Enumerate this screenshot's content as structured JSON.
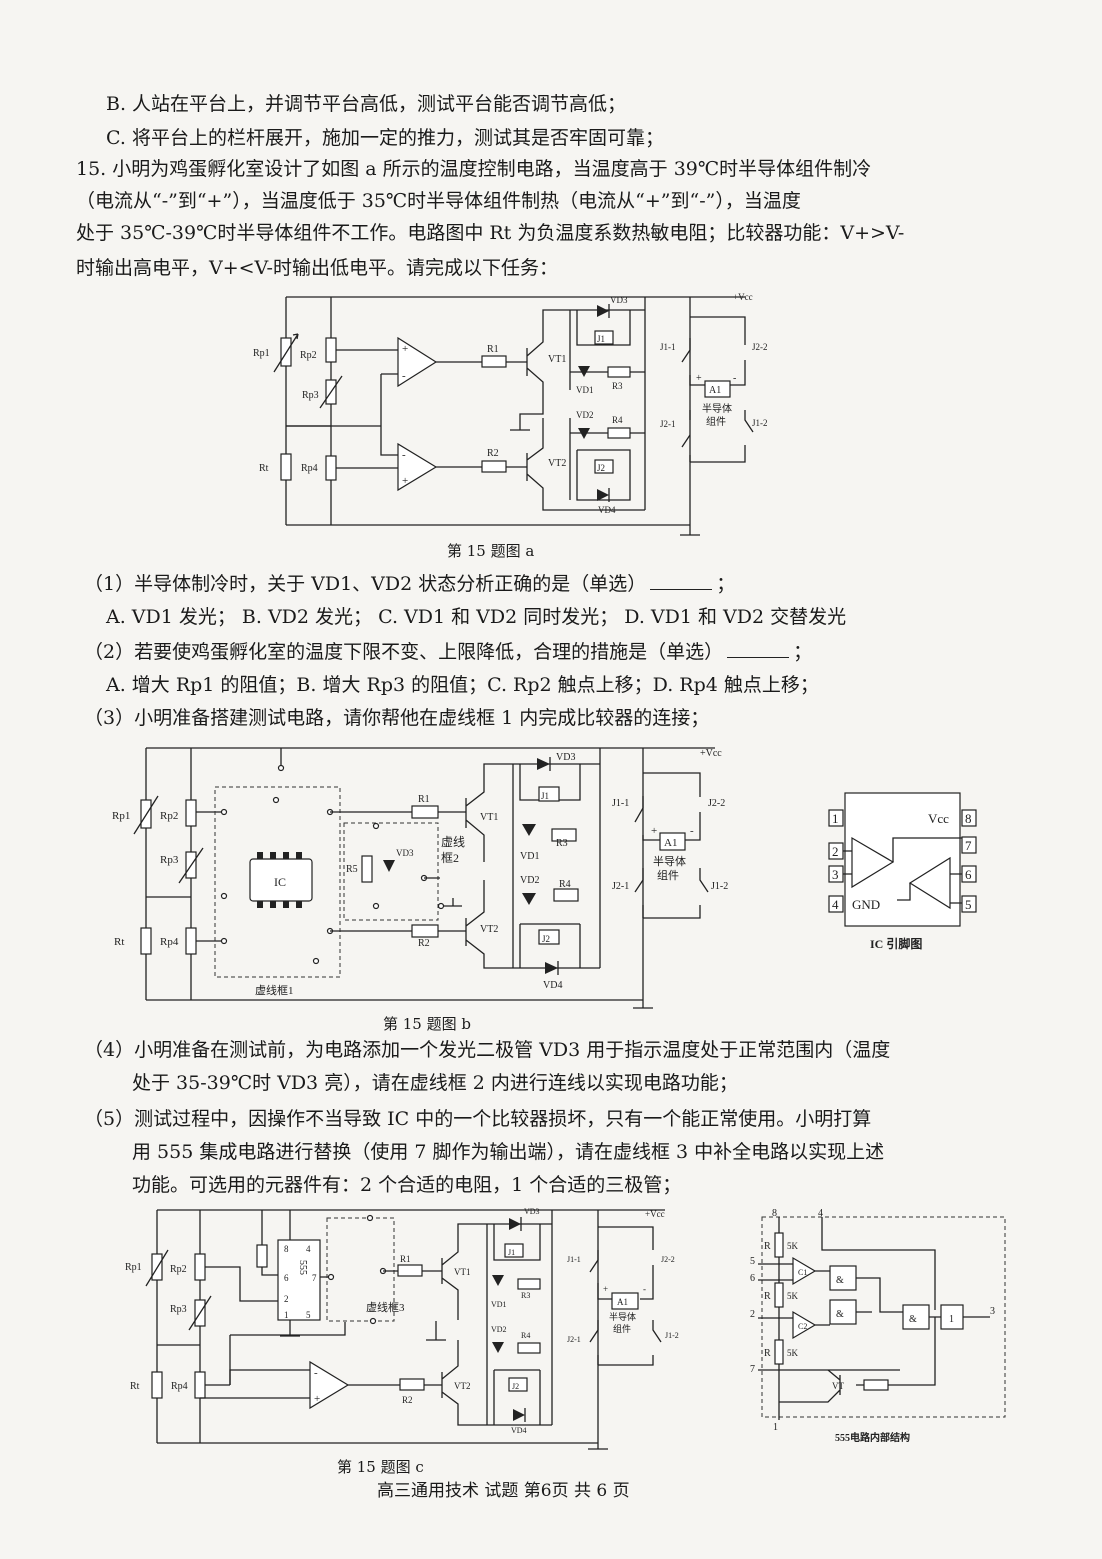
{
  "text": {
    "optB": "B. 人站在平台上，并调节平台高低，测试平台能否调节高低；",
    "optC": "C. 将平台上的栏杆展开，施加一定的推力，测试其是否牢固可靠；",
    "q15_l1": "15. 小明为鸡蛋孵化室设计了如图 a 所示的温度控制电路，当温度高于 39℃时半导体组件制冷",
    "q15_l2": "（电流从“-”到“+”），当温度低于 35℃时半导体组件制热（电流从“+”到“-”），当温度",
    "q15_l3": "处于 35℃-39℃时半导体组件不工作。电路图中 Rt 为负温度系数热敏电阻；比较器功能：V+>V-",
    "q15_l4": "时输出高电平，V+<V-时输出低电平。请完成以下任务：",
    "fig_a_caption": "第 15 题图 a",
    "s1_q": "（1）半导体制冷时，关于 VD1、VD2 状态分析正确的是（单选）",
    "s1_end": "；",
    "s1_opts": "A. VD1 发光；  B. VD2 发光；  C. VD1 和 VD2 同时发光；  D. VD1 和 VD2 交替发光",
    "s2_q": "（2）若要使鸡蛋孵化室的温度下限不变、上限降低，合理的措施是（单选）",
    "s2_end": "；",
    "s2_opts": "A. 增大 Rp1 的阻值；B. 增大 Rp3 的阻值；C. Rp2 触点上移；D. Rp4 触点上移；",
    "s3": "（3）小明准备搭建测试电路，请你帮他在虚线框 1 内完成比较器的连接；",
    "fig_b_caption": "第 15 题图 b",
    "s4_l1": "（4）小明准备在测试前，为电路添加一个发光二极管 VD3 用于指示温度处于正常范围内（温度",
    "s4_l2": "处于 35-39℃时 VD3 亮），请在虚线框 2 内进行连线以实现电路功能；",
    "s5_l1": "（5）测试过程中，因操作不当导致 IC 中的一个比较器损坏，只有一个能正常使用。小明打算",
    "s5_l2": "用 555 集成电路进行替换（使用 7 脚作为输出端），请在虚线框 3 中补全电路以实现上述",
    "s5_l3": "功能。可选用的元器件有：2 个合适的电阻，1 个合适的三极管；",
    "fig_c_caption": "第 15 题图 c",
    "footer": "高三通用技术 试题 第6页 共 6 页"
  },
  "labels": {
    "vcc": "+Vcc",
    "rp1": "Rp1",
    "rp2": "Rp2",
    "rp3": "Rp3",
    "rp4": "Rp4",
    "rt": "Rt",
    "r1": "R1",
    "r2": "R2",
    "r3": "R3",
    "r4": "R4",
    "r5": "R5",
    "vt1": "VT1",
    "vt2": "VT2",
    "vd1": "VD1",
    "vd2": "VD2",
    "vd3": "VD3",
    "vd4": "VD4",
    "j1": "J1",
    "j2": "J2",
    "j11": "J1-1",
    "j12": "J1-2",
    "j21": "J2-1",
    "j22": "J2-2",
    "a1": "A1",
    "semi1": "半导体",
    "semi2": "组件",
    "ic": "IC",
    "box1": "虚线框1",
    "box2a": "虚线",
    "box2b": "框2",
    "box3": "虚线框3",
    "ic_pin_title": "IC 引脚图",
    "vcc_pin": "Vcc",
    "gnd_pin": "GND",
    "ic555": "555",
    "r5k": "5K",
    "r_letter": "R",
    "c1": "C1",
    "c2": "C2",
    "vt": "VT",
    "and_sym": "&",
    "not_sym": "1",
    "internal_title": "555电路内部结构"
  }
}
